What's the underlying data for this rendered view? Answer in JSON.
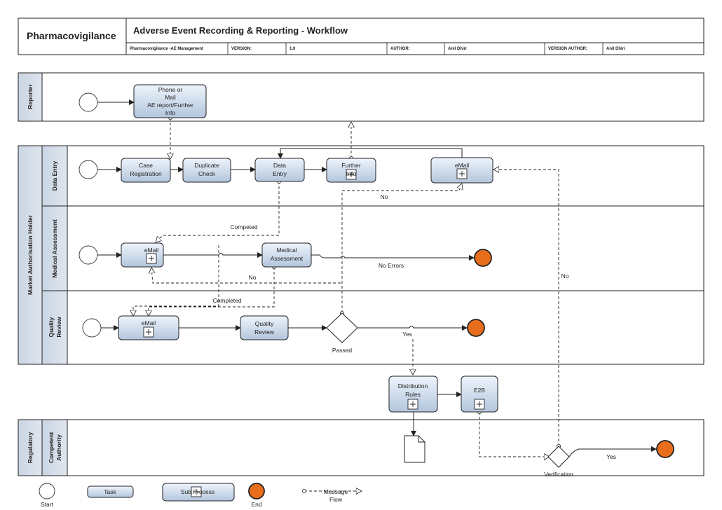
{
  "header": {
    "title": "Pharmacovigilance",
    "subtitle": "Adverse Event Recording & Reporting - Workflow",
    "meta": [
      "Pharmacovigilance -AE Management",
      "VERSION:",
      "1.0",
      "AUTHOR:",
      "Anil Dhiri",
      "VERSION AUTHOR:",
      "Anil Dhiri"
    ]
  },
  "pools": {
    "reporter": "Reporter",
    "mah": "Market Authorisation Holder",
    "regulatory": "Regulatory"
  },
  "lanes": {
    "data_entry": "Data Entry",
    "medical_assessment": "Medical Assessment",
    "quality_review": [
      "Quality",
      "Review"
    ],
    "competent_authority": [
      "Competent",
      "Authority"
    ]
  },
  "nodes": {
    "phone_mail": [
      "Phone or",
      "Mail",
      "AE report/Further",
      "Info"
    ],
    "case_registration": [
      "Case",
      "Registration"
    ],
    "duplicate_check": [
      "Duplicate",
      "Check"
    ],
    "data_entry": [
      "Data",
      "Entry"
    ],
    "further_info": [
      "Further",
      "Info"
    ],
    "email_de": "eMail",
    "email_ma": "eMail",
    "medical_assessment": [
      "Medical",
      "Assessment"
    ],
    "email_qr": "eMail",
    "quality_review": [
      "Quality",
      "Review"
    ],
    "passed": "Passed",
    "distribution_rules": [
      "Distribution",
      "Rules"
    ],
    "e2b": "E2B",
    "verification": "Verification"
  },
  "flow_labels": {
    "no_de": "No",
    "competed": "Competed",
    "no_errors": "No Errors",
    "no_ma": "No",
    "completed": "Completed",
    "yes_qr": "Yes",
    "no_right": "No",
    "yes_verif": "Yes"
  },
  "legend": {
    "start": "Start",
    "task": "Task",
    "sub_process": "Sub Process",
    "end": "End",
    "message_flow": [
      "Message",
      "Flow"
    ]
  },
  "colors": {
    "task_top": "#eaf1fa",
    "task_bottom": "#b4c7de",
    "lane_header": "#cfd9e6",
    "end_event": "#e86e1c",
    "stroke": "#222222"
  }
}
